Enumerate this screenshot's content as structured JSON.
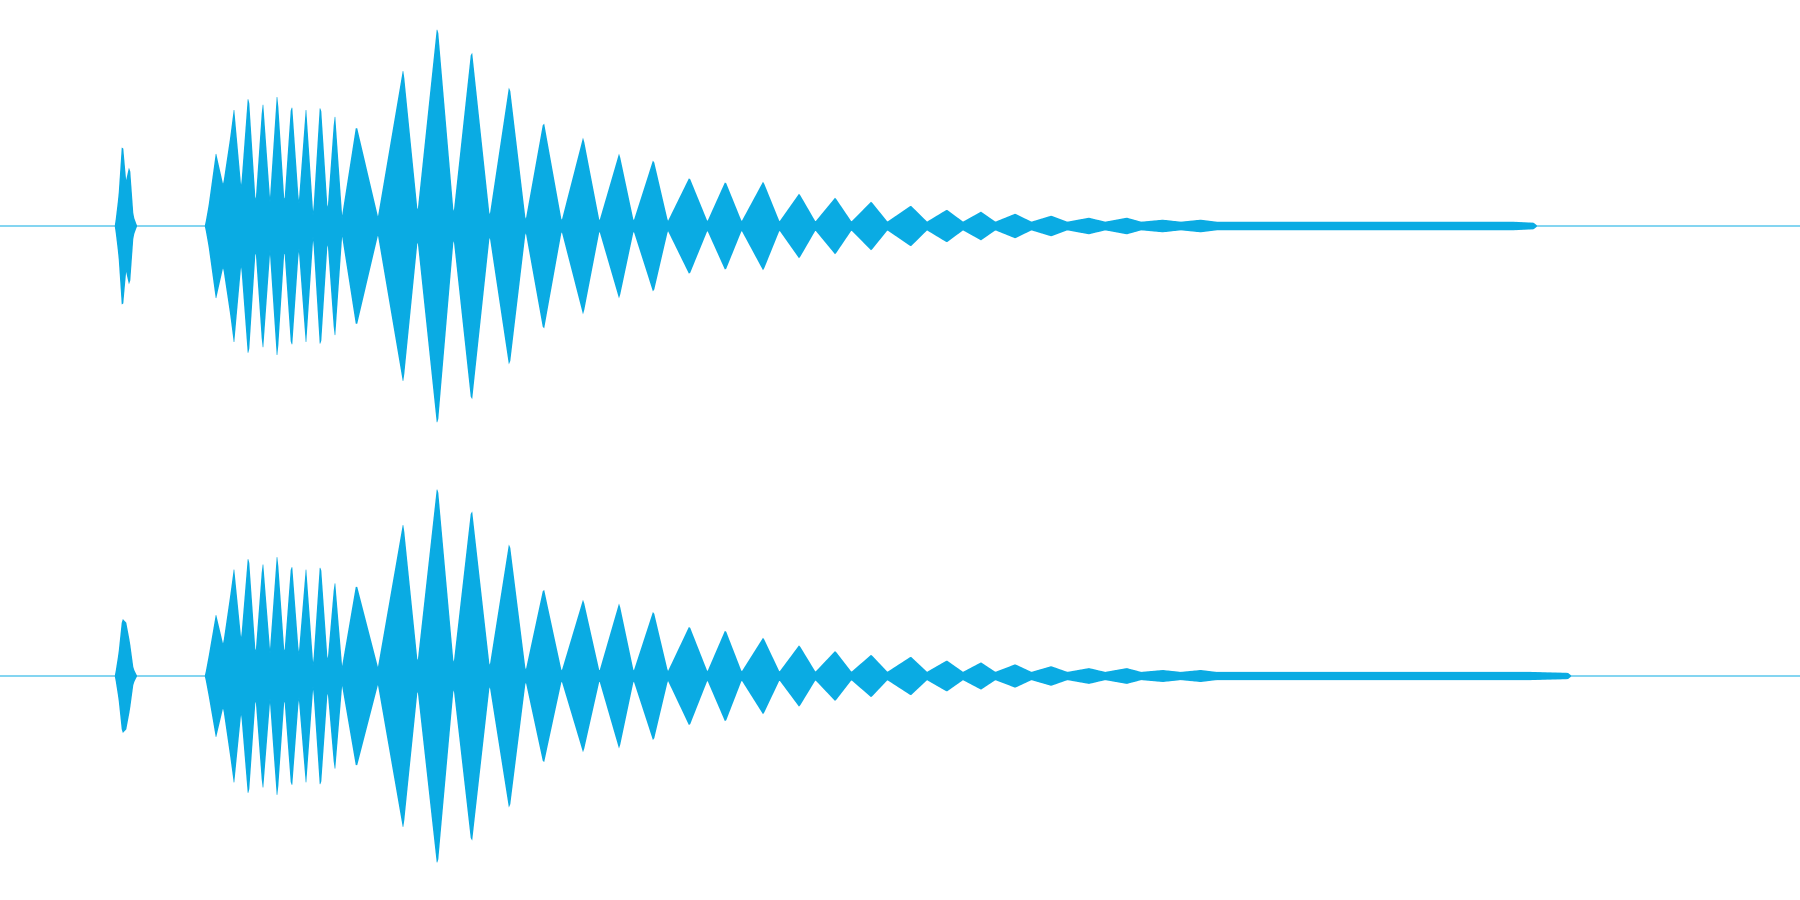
{
  "colors": {
    "background": "#ffffff",
    "waveform": "#0aabe3"
  },
  "chart_data": {
    "type": "area",
    "title": "",
    "xlabel": "",
    "ylabel": "",
    "grid": false,
    "x_range": [
      0,
      1
    ],
    "ylim": [
      -1,
      1
    ],
    "series": [
      {
        "channel": 1,
        "envelope": [
          [
            0.0,
            0.0
          ],
          [
            0.064,
            0.0
          ],
          [
            0.066,
            0.15
          ],
          [
            0.068,
            0.42
          ],
          [
            0.07,
            0.22
          ],
          [
            0.072,
            0.3
          ],
          [
            0.074,
            0.05
          ],
          [
            0.076,
            0.0
          ],
          [
            0.114,
            0.0
          ],
          [
            0.116,
            0.1
          ],
          [
            0.12,
            0.36
          ],
          [
            0.124,
            0.2
          ],
          [
            0.128,
            0.44
          ],
          [
            0.13,
            0.58
          ],
          [
            0.134,
            0.18
          ],
          [
            0.138,
            0.66
          ],
          [
            0.142,
            0.1
          ],
          [
            0.146,
            0.62
          ],
          [
            0.15,
            0.12
          ],
          [
            0.154,
            0.66
          ],
          [
            0.158,
            0.1
          ],
          [
            0.162,
            0.62
          ],
          [
            0.166,
            0.1
          ],
          [
            0.17,
            0.58
          ],
          [
            0.174,
            0.04
          ],
          [
            0.178,
            0.62
          ],
          [
            0.182,
            0.06
          ],
          [
            0.186,
            0.56
          ],
          [
            0.19,
            0.04
          ],
          [
            0.198,
            0.5
          ],
          [
            0.21,
            0.04
          ],
          [
            0.224,
            0.78
          ],
          [
            0.232,
            0.06
          ],
          [
            0.243,
            1.0
          ],
          [
            0.252,
            0.05
          ],
          [
            0.262,
            0.88
          ],
          [
            0.272,
            0.04
          ],
          [
            0.283,
            0.7
          ],
          [
            0.292,
            0.02
          ],
          [
            0.302,
            0.52
          ],
          [
            0.312,
            0.02
          ],
          [
            0.324,
            0.44
          ],
          [
            0.333,
            0.02
          ],
          [
            0.344,
            0.36
          ],
          [
            0.352,
            0.02
          ],
          [
            0.363,
            0.33
          ],
          [
            0.371,
            0.02
          ],
          [
            0.383,
            0.24
          ],
          [
            0.393,
            0.02
          ],
          [
            0.403,
            0.22
          ],
          [
            0.412,
            0.02
          ],
          [
            0.424,
            0.22
          ],
          [
            0.433,
            0.02
          ],
          [
            0.444,
            0.16
          ],
          [
            0.453,
            0.02
          ],
          [
            0.464,
            0.14
          ],
          [
            0.473,
            0.02
          ],
          [
            0.484,
            0.12
          ],
          [
            0.493,
            0.02
          ],
          [
            0.506,
            0.1
          ],
          [
            0.515,
            0.02
          ],
          [
            0.526,
            0.08
          ],
          [
            0.535,
            0.02
          ],
          [
            0.545,
            0.07
          ],
          [
            0.553,
            0.02
          ],
          [
            0.564,
            0.06
          ],
          [
            0.573,
            0.02
          ],
          [
            0.584,
            0.05
          ],
          [
            0.593,
            0.02
          ],
          [
            0.605,
            0.04
          ],
          [
            0.614,
            0.02
          ],
          [
            0.626,
            0.04
          ],
          [
            0.634,
            0.02
          ],
          [
            0.646,
            0.03
          ],
          [
            0.656,
            0.02
          ],
          [
            0.667,
            0.03
          ],
          [
            0.676,
            0.02
          ],
          [
            0.688,
            0.02
          ],
          [
            0.74,
            0.02
          ],
          [
            0.79,
            0.02
          ],
          [
            0.84,
            0.02
          ],
          [
            0.852,
            0.015
          ],
          [
            0.854,
            0.0
          ],
          [
            1.0,
            0.0
          ]
        ]
      },
      {
        "channel": 2,
        "envelope": [
          [
            0.0,
            0.0
          ],
          [
            0.064,
            0.0
          ],
          [
            0.066,
            0.12
          ],
          [
            0.068,
            0.3
          ],
          [
            0.07,
            0.28
          ],
          [
            0.072,
            0.18
          ],
          [
            0.074,
            0.04
          ],
          [
            0.076,
            0.0
          ],
          [
            0.114,
            0.0
          ],
          [
            0.116,
            0.1
          ],
          [
            0.12,
            0.32
          ],
          [
            0.124,
            0.16
          ],
          [
            0.128,
            0.42
          ],
          [
            0.13,
            0.56
          ],
          [
            0.134,
            0.18
          ],
          [
            0.138,
            0.64
          ],
          [
            0.142,
            0.1
          ],
          [
            0.146,
            0.6
          ],
          [
            0.15,
            0.12
          ],
          [
            0.154,
            0.64
          ],
          [
            0.158,
            0.1
          ],
          [
            0.162,
            0.6
          ],
          [
            0.166,
            0.1
          ],
          [
            0.17,
            0.56
          ],
          [
            0.174,
            0.04
          ],
          [
            0.178,
            0.6
          ],
          [
            0.182,
            0.06
          ],
          [
            0.186,
            0.5
          ],
          [
            0.19,
            0.04
          ],
          [
            0.198,
            0.48
          ],
          [
            0.21,
            0.04
          ],
          [
            0.224,
            0.8
          ],
          [
            0.232,
            0.06
          ],
          [
            0.243,
            1.0
          ],
          [
            0.252,
            0.05
          ],
          [
            0.262,
            0.88
          ],
          [
            0.272,
            0.04
          ],
          [
            0.283,
            0.7
          ],
          [
            0.292,
            0.02
          ],
          [
            0.302,
            0.46
          ],
          [
            0.312,
            0.02
          ],
          [
            0.324,
            0.4
          ],
          [
            0.333,
            0.02
          ],
          [
            0.344,
            0.38
          ],
          [
            0.352,
            0.02
          ],
          [
            0.363,
            0.34
          ],
          [
            0.371,
            0.02
          ],
          [
            0.383,
            0.26
          ],
          [
            0.393,
            0.02
          ],
          [
            0.403,
            0.24
          ],
          [
            0.412,
            0.02
          ],
          [
            0.424,
            0.2
          ],
          [
            0.433,
            0.02
          ],
          [
            0.444,
            0.16
          ],
          [
            0.453,
            0.02
          ],
          [
            0.464,
            0.13
          ],
          [
            0.473,
            0.02
          ],
          [
            0.484,
            0.11
          ],
          [
            0.493,
            0.02
          ],
          [
            0.506,
            0.1
          ],
          [
            0.515,
            0.02
          ],
          [
            0.526,
            0.08
          ],
          [
            0.535,
            0.02
          ],
          [
            0.545,
            0.07
          ],
          [
            0.553,
            0.02
          ],
          [
            0.564,
            0.06
          ],
          [
            0.573,
            0.02
          ],
          [
            0.584,
            0.05
          ],
          [
            0.593,
            0.02
          ],
          [
            0.605,
            0.04
          ],
          [
            0.614,
            0.02
          ],
          [
            0.626,
            0.04
          ],
          [
            0.634,
            0.02
          ],
          [
            0.646,
            0.03
          ],
          [
            0.656,
            0.02
          ],
          [
            0.667,
            0.03
          ],
          [
            0.676,
            0.02
          ],
          [
            0.688,
            0.02
          ],
          [
            0.74,
            0.02
          ],
          [
            0.79,
            0.02
          ],
          [
            0.85,
            0.02
          ],
          [
            0.871,
            0.015
          ],
          [
            0.873,
            0.0
          ],
          [
            1.0,
            0.0
          ]
        ]
      }
    ]
  }
}
